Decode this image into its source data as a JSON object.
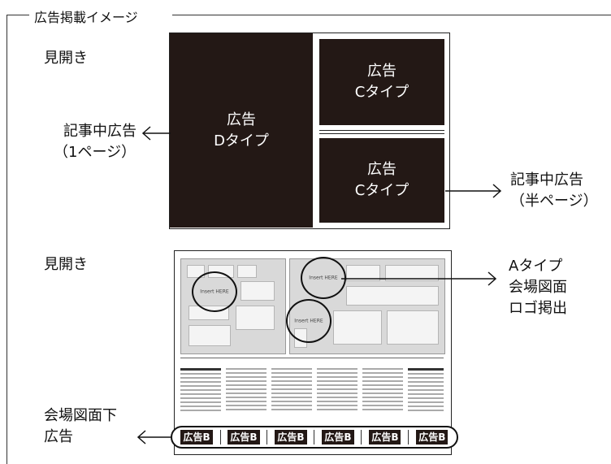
{
  "frame": {
    "title": "広告掲載イメージ"
  },
  "spread1": {
    "label": "見開き",
    "ad_d": {
      "line1": "広告",
      "line2": "Dタイプ"
    },
    "ad_c_top": {
      "line1": "広告",
      "line2": "Cタイプ"
    },
    "ad_c_bottom": {
      "line1": "広告",
      "line2": "Cタイプ"
    },
    "callout_left": {
      "line1": "記事中広告",
      "line2": "（1ページ）"
    },
    "callout_right": {
      "line1": "記事中広告",
      "line2": "（半ページ）"
    }
  },
  "spread2": {
    "label": "見開き",
    "circle_text": "Insert HERE",
    "callout_a": {
      "line1": "Aタイプ",
      "line2": "会場図面",
      "line3": "ロゴ掲出"
    },
    "callout_b": {
      "line1": "会場図面下",
      "line2": "広告"
    },
    "badges": [
      "広告B",
      "広告B",
      "広告B",
      "広告B",
      "広告B",
      "広告B"
    ]
  }
}
